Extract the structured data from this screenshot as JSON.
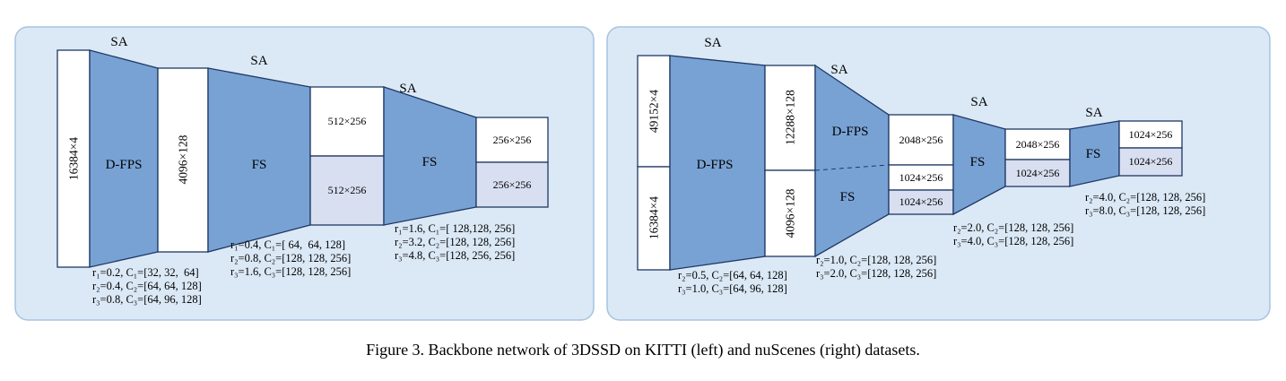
{
  "caption": "Figure 3. Backbone network of 3DSSD on KITTI (left) and nuScenes (right) datasets.",
  "colors": {
    "panel_bg": "#dbe8f6",
    "panel_border": "#a6c3e0",
    "trap_fill": "#78a2d4",
    "box_white": "#ffffff",
    "box_shaded": "#d8dff0",
    "shape_border": "#1f3864"
  },
  "left_panel": {
    "sa": [
      "SA",
      "SA",
      "SA"
    ],
    "ops": [
      "D-FPS",
      "FS",
      "FS"
    ],
    "boxes": [
      "16384×4",
      "4096×128",
      "512×256",
      "512×256",
      "256×256",
      "256×256"
    ],
    "annotations": [
      [
        "r₁=0.2, C₁=[32, 32,  64]",
        "r₂=0.4, C₂=[64, 64, 128]",
        "r₃=0.8, C₃=[64, 96, 128]"
      ],
      [
        "r₁=0.4, C₁=[ 64,  64, 128]",
        "r₂=0.8, C₂=[128, 128, 256]",
        "r₃=1.6, C₃=[128, 128, 256]"
      ],
      [
        "r₁=1.6, C₁=[ 128,128, 256]",
        "r₂=3.2, C₂=[128, 128, 256]",
        "r₃=4.8, C₃=[128, 256, 256]"
      ]
    ]
  },
  "right_panel": {
    "sa": [
      "SA",
      "SA",
      "SA",
      "SA"
    ],
    "ops": [
      "D-FPS",
      "D-FPS",
      "FS",
      "FS",
      "FS"
    ],
    "boxes": [
      "49152×4",
      "16384×4",
      "12288×128",
      "4096×128",
      "2048×256",
      "1024×256",
      "1024×256",
      "2048×256",
      "1024×256",
      "1024×256",
      "1024×256"
    ],
    "annotations": [
      [
        "r₂=0.5, C₂=[64, 64, 128]",
        "r₃=1.0, C₃=[64, 96, 128]"
      ],
      [
        "r₂=1.0, C₂=[128, 128, 256]",
        "r₃=2.0, C₃=[128, 128, 256]"
      ],
      [
        "r₂=2.0, C₂=[128, 128, 256]",
        "r₃=4.0, C₃=[128, 128, 256]"
      ],
      [
        "r₂=4.0, C₂=[128, 128, 256]",
        "r₃=8.0, C₃=[128, 128, 256]"
      ]
    ]
  }
}
